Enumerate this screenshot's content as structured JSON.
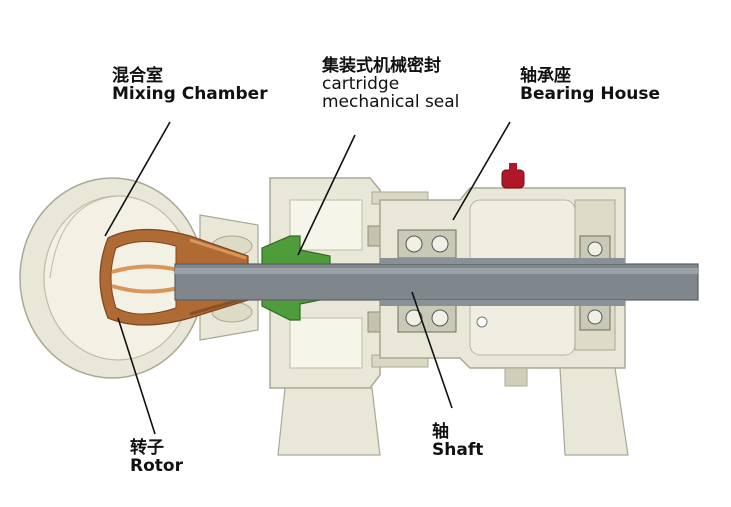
{
  "labels": {
    "mixing_chamber": {
      "zh": "混合室",
      "en": "Mixing Chamber"
    },
    "seal": {
      "zh": "集装式机械密封",
      "en_line1": "cartridge",
      "en_line2": "mechanical seal"
    },
    "bearing_house": {
      "zh": "轴承座",
      "en": "Bearing House"
    },
    "rotor": {
      "zh": "转子",
      "en": "Rotor"
    },
    "shaft": {
      "zh": "轴",
      "en": "Shaft"
    }
  },
  "colors": {
    "housing": "#e9e8d8",
    "housing_edge": "#a9a894",
    "housing_shade": "#cfceb9",
    "shaft": "#7f878c",
    "shaft_edge": "#5a6166",
    "rotor": "#b06a34",
    "rotor_light": "#d9955a",
    "seal": "#4f9c3a",
    "bearing": "#c9c9b8",
    "knob": "#b0182a",
    "leader": "#111111"
  }
}
